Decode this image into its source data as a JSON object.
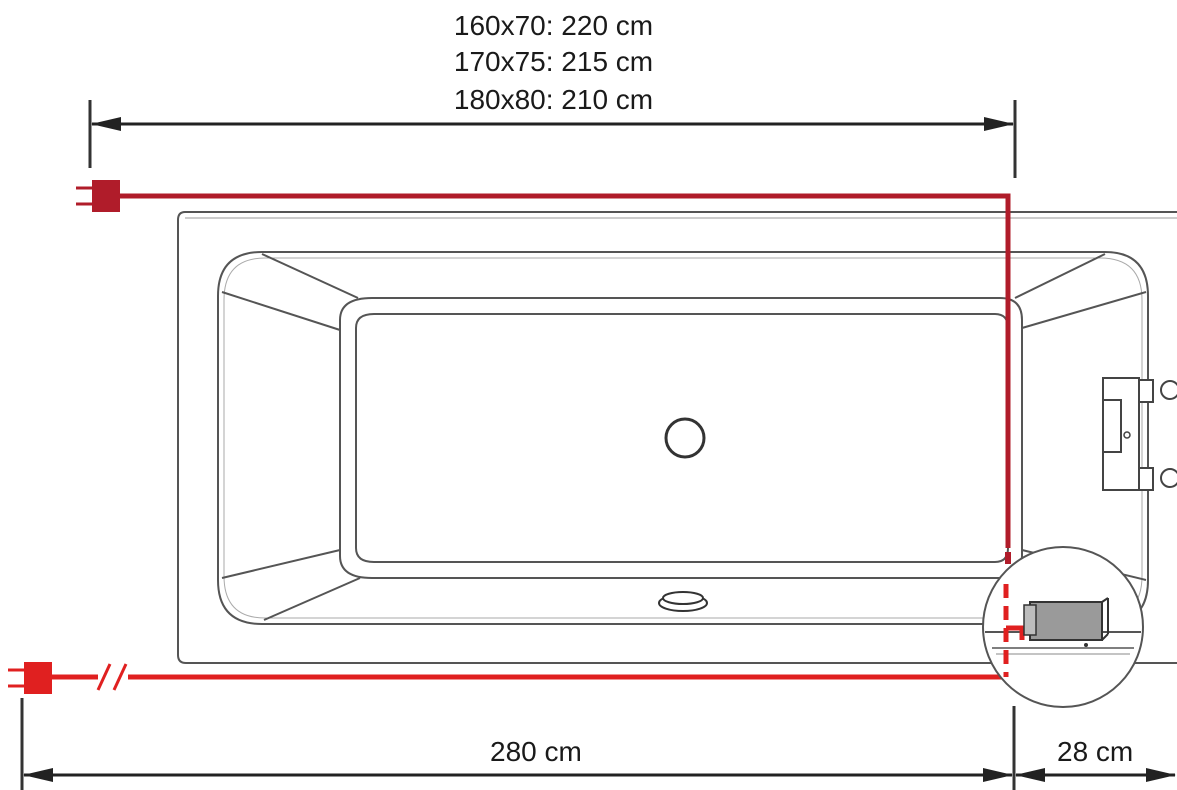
{
  "top_lengths": [
    "160x70: 220 cm",
    "170x75: 215 cm",
    "180x80: 210 cm"
  ],
  "bottom_length": "280 cm",
  "side_length": "28 cm",
  "colors": {
    "cable": "#e02020",
    "cable_dark": "#b01c2a",
    "outline": "#555555",
    "arrow": "#222222",
    "control_box": "#9a9a9a"
  },
  "icons": [
    "plug-icon",
    "cable-break-icon",
    "drain-icon",
    "overflow-icon",
    "faucet-icon",
    "control-box-icon"
  ]
}
